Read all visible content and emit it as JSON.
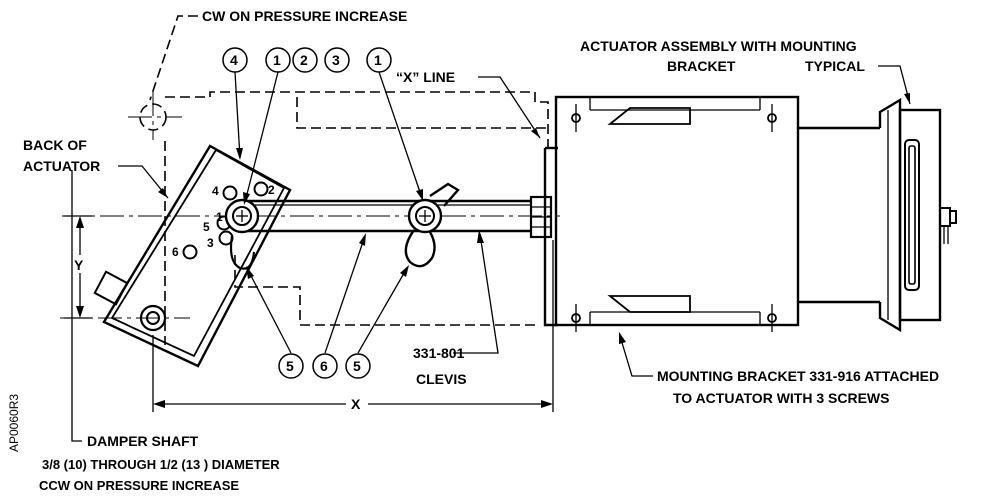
{
  "labels": {
    "cw_on_pressure_increase": "CW ON PRESSURE INCREASE",
    "back_of_actuator_1": "BACK OF",
    "back_of_actuator_2": "ACTUATOR",
    "x_line": "“X” LINE",
    "actuator_assembly_1": "ACTUATOR ASSEMBLY WITH MOUNTING",
    "actuator_assembly_2": "BRACKET",
    "typical": "TYPICAL",
    "clevis_part": "331-801",
    "clevis": "CLEVIS",
    "mounting_bracket_1": "MOUNTING BRACKET 331-916 ATTACHED",
    "mounting_bracket_2": "TO ACTUATOR WITH 3 SCREWS",
    "damper_shaft": "DAMPER SHAFT",
    "diameter": "3/8 (10) THROUGH 1/2 (13 ) DIAMETER",
    "ccw_on_pressure_increase": "CCW ON PRESSURE INCREASE",
    "drawing_id": "AP0060R3"
  },
  "dimensions": {
    "x": "X",
    "y": "Y"
  },
  "callouts": {
    "top": [
      "4",
      "1",
      "2",
      "3",
      "1"
    ],
    "bottom": [
      "5",
      "6",
      "5"
    ]
  },
  "hole_numbers": [
    "4",
    "2",
    "1",
    "5",
    "3",
    "6"
  ]
}
